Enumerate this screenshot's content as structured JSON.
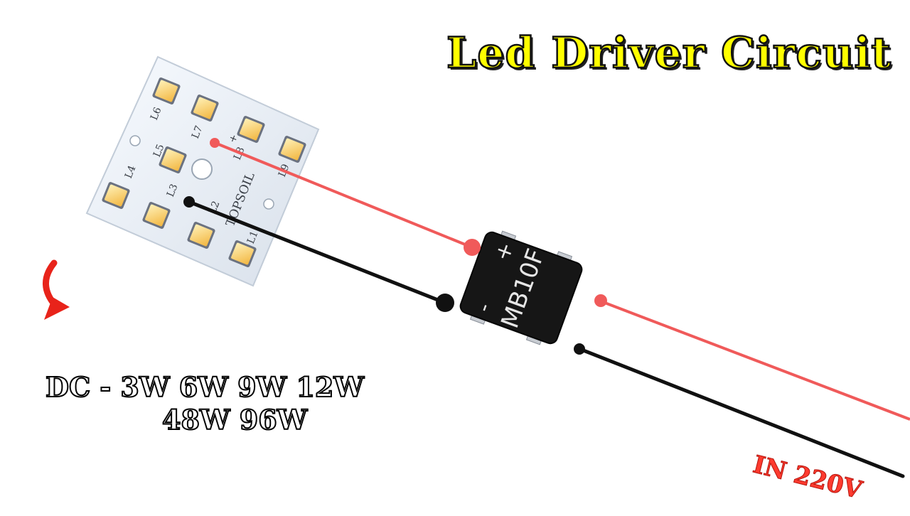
{
  "title": "Led Driver Circuit",
  "load_label_line1": "DC - 3W 6W 9W 12W",
  "load_label_line2": "48W 96W",
  "input_label": "IN 220V",
  "led_board": {
    "brand": "TOPSOIL",
    "led_labels": [
      "L1",
      "L2",
      "L3",
      "L4",
      "L5",
      "L6",
      "L7",
      "L8",
      "L9"
    ],
    "plus_mark": "+"
  },
  "bridge_rectifier": {
    "part_number": "MB10F",
    "plus_mark": "+",
    "minus_mark": "-"
  },
  "colors": {
    "title_fill": "#ffff00",
    "positive_wire": "#f05a5a",
    "negative_wire": "#111111",
    "input_label": "#ff3b2f",
    "arrow": "#e8231a",
    "led_chip": "#f6c65a",
    "board": "#eef2f8"
  }
}
